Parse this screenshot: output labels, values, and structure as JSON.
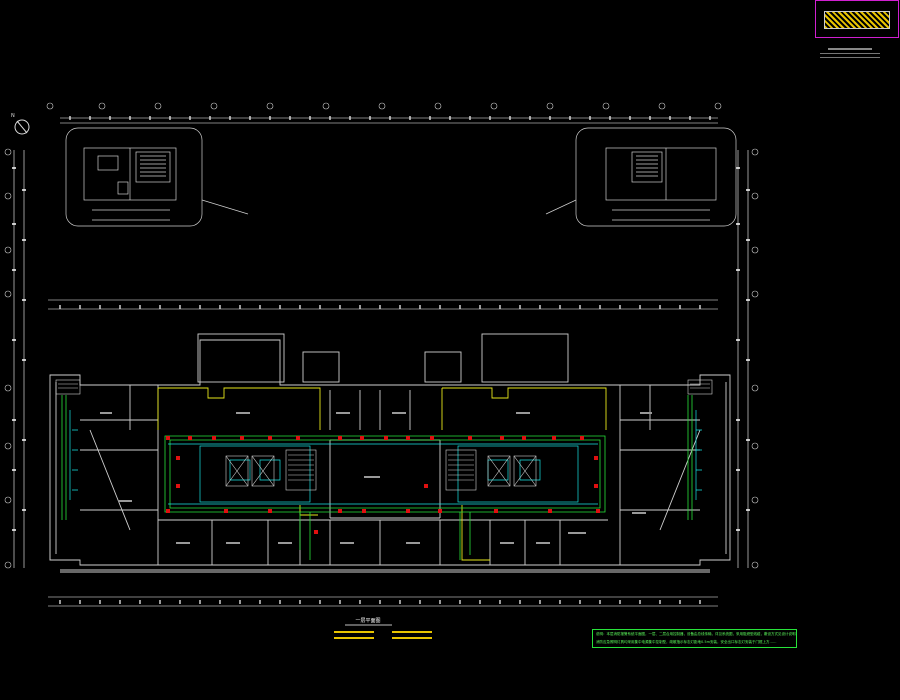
{
  "drawing": {
    "colors": {
      "background": "#000000",
      "walls": "#cfcfcf",
      "dimension": "#ffffff",
      "electric_cyan": "#18e3e3",
      "wire_green": "#27e33a",
      "fixture_red": "#e01010",
      "partition_yellow": "#e6e61a",
      "frame_magenta": "#d020d0",
      "hatch_yellow": "#e8c400"
    },
    "north_symbol": "N",
    "plan_title": "一层平面图",
    "legend_lines": [
      "说明：本层消防报警系统平面图，一层、二层合用控制器，设备由总线传输，详见系统图，采用阻燃型线缆，敷设方式见设计说明……",
      "消防应急照明灯具均采用集中电源集中控制型，疏散指示标志灯距地0.5m安装，安全出口标志灯安装于门框上方……"
    ]
  }
}
